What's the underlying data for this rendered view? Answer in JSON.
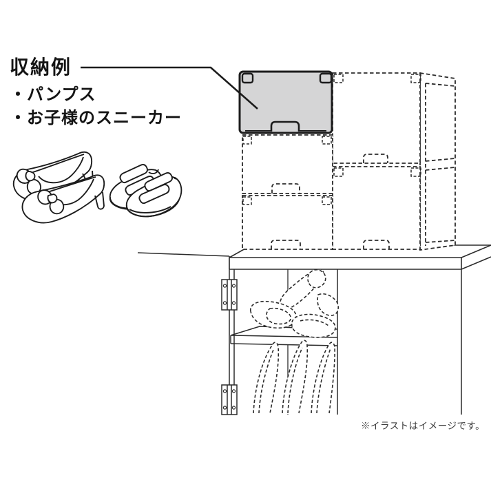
{
  "annotation": {
    "title": "収納例",
    "items": [
      {
        "label": "・パンプス"
      },
      {
        "label": "・お子様のスニーカー"
      }
    ]
  },
  "caption": {
    "text": "※イラストはイメージです。"
  },
  "illustration": {
    "highlight_color": "#d5d5d6",
    "line_color": "#1c1c1c",
    "parts": {
      "highlighted_box": "storage-box-top-left-highlighted",
      "box_stack": "stackable-storage-boxes",
      "cabinet": "shoe-cabinet-with-open-door",
      "example_shoes": [
        "pumps",
        "kids-sneakers"
      ]
    }
  }
}
